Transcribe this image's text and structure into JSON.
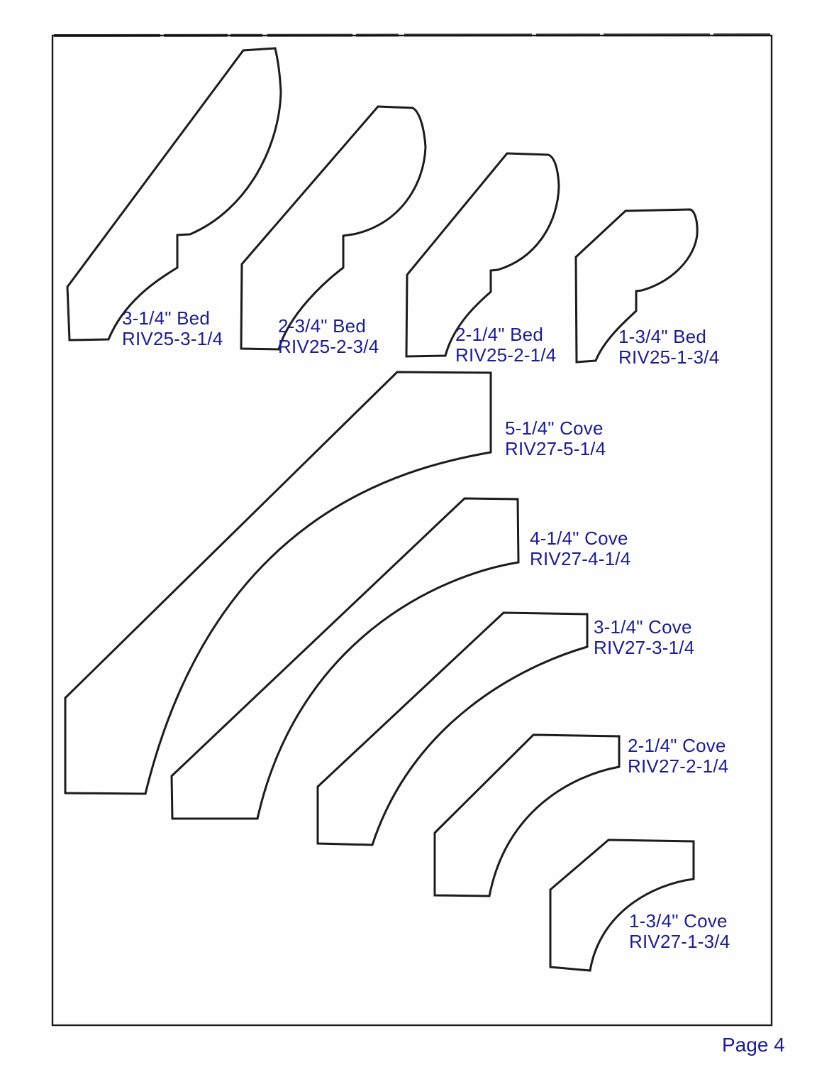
{
  "page": {
    "page_number": "Page 4",
    "label_color": "#1d1d8e",
    "line_color": "#1c1c1c",
    "background_color": "#ffffff"
  },
  "profiles": [
    {
      "id": "bed-3-1-4",
      "series": "Bed",
      "size_label": "3-1/4\" Bed",
      "code": "RIV25-3-1/4"
    },
    {
      "id": "bed-2-3-4",
      "series": "Bed",
      "size_label": "2-3/4\" Bed",
      "code": "RIV25-2-3/4"
    },
    {
      "id": "bed-2-1-4",
      "series": "Bed",
      "size_label": "2-1/4\" Bed",
      "code": "RIV25-2-1/4"
    },
    {
      "id": "bed-1-3-4",
      "series": "Bed",
      "size_label": "1-3/4\" Bed",
      "code": "RIV25-1-3/4"
    },
    {
      "id": "cove-5-1-4",
      "series": "Cove",
      "size_label": "5-1/4\" Cove",
      "code": "RIV27-5-1/4"
    },
    {
      "id": "cove-4-1-4",
      "series": "Cove",
      "size_label": "4-1/4\" Cove",
      "code": "RIV27-4-1/4"
    },
    {
      "id": "cove-3-1-4",
      "series": "Cove",
      "size_label": "3-1/4\" Cove",
      "code": "RIV27-3-1/4"
    },
    {
      "id": "cove-2-1-4",
      "series": "Cove",
      "size_label": "2-1/4\" Cove",
      "code": "RIV27-2-1/4"
    },
    {
      "id": "cove-1-3-4",
      "series": "Cove",
      "size_label": "1-3/4\" Cove",
      "code": "RIV27-1-3/4"
    }
  ]
}
